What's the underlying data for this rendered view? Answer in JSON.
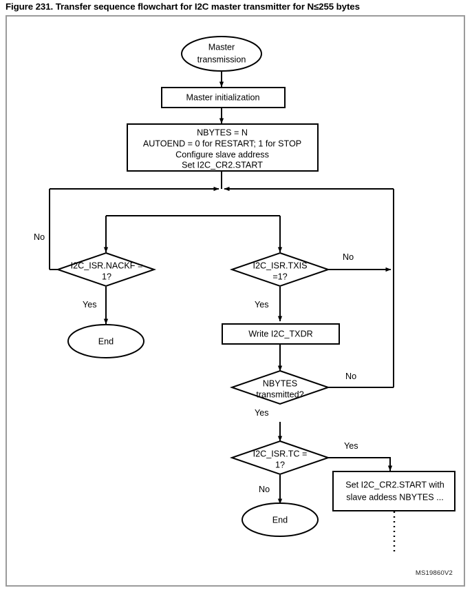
{
  "figure": {
    "caption": "Figure 231. Transfer sequence flowchart for I2C master transmitter for N≤255 bytes",
    "watermark": "MS19860V2",
    "frame_color": "#9a9a9a",
    "line_color": "#000000",
    "fill_color": "#ffffff"
  },
  "nodes": {
    "start": {
      "type": "terminator",
      "line1": "Master",
      "line2": "transmission"
    },
    "master_init": {
      "type": "process",
      "line1": "Master initialization"
    },
    "setup": {
      "type": "process",
      "line1": "NBYTES = N",
      "line2": "AUTOEND = 0 for RESTART; 1 for STOP",
      "line3": "Configure slave address",
      "line4": "Set I2C_CR2.START"
    },
    "nackf": {
      "type": "decision",
      "line1": "I2C_ISR.NACKF =",
      "line2": "1?"
    },
    "end_left": {
      "type": "terminator",
      "line1": "End"
    },
    "txis": {
      "type": "decision",
      "line1": "I2C_ISR.TXIS",
      "line2": "=1?"
    },
    "write_txdr": {
      "type": "process",
      "line1": "Write I2C_TXDR"
    },
    "nbytes_tx": {
      "type": "decision",
      "line1": "NBYTES",
      "line2": "transmitted?"
    },
    "isr_tc": {
      "type": "decision",
      "line1": "I2C_ISR.TC =",
      "line2": "1?"
    },
    "end_bottom": {
      "type": "terminator",
      "line1": "End"
    },
    "restart": {
      "type": "process",
      "line1": "Set I2C_CR2.START with",
      "line2": "slave addess NBYTES ..."
    }
  },
  "edge_labels": {
    "nackf_no": "No",
    "nackf_yes": "Yes",
    "txis_no": "No",
    "txis_yes": "Yes",
    "nbytes_no": "No",
    "nbytes_yes": "Yes",
    "tc_yes": "Yes",
    "tc_no": "No"
  }
}
